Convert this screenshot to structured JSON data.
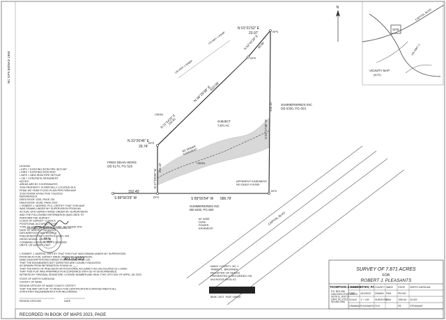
{
  "plat": {
    "parcel_area": "7.871 AC",
    "parcel_label": "SUBJECT",
    "bearings": {
      "north_top": "N 01°21'52\" E",
      "north_top_dist": "23.97'",
      "ne_line": "N 52°43'29\" E",
      "ne_line_dist": "80.98'",
      "main_diag": "N 46°29'38\" E",
      "main_diag_dist": "410.06'",
      "short_diag": "N 31°34'29\" E",
      "short_diag_dist": "150.81'",
      "west_bearing": "N 31°26'46\" E",
      "west_dist": "29.74'",
      "west_line": "N 27°09'26\" W",
      "west_line_dist": "250.18'",
      "east_line": "S 01°17'48\" W",
      "east_line_dist": "631.35'",
      "south_line": "S 89°55'54\" W",
      "south_line_dist": "586.79'",
      "sw_line": "S 89°56'29\" W",
      "sw_line_dist": "152.45'"
    },
    "adjoiners": {
      "east": "SUMMERWINDS INC\nDB 6330, PG 603",
      "west": "FRED DEAN HEIRS\nDB 6170, PG 528",
      "south": "SUMMERWINDS INC\nDB 6330, PG 650",
      "north": "US HWY 1 RAMP"
    },
    "labels": {
      "easement": "APPARENT EASEMENT\nNO DEED FOUND",
      "sewer": "NO SEWER\nEASEMENT",
      "creek": "CREEK",
      "road_row": "US HWY 1 RAMP",
      "highway": "CAPITAL BLVD",
      "iron_marks": [
        "EIPS",
        "EIPS",
        "EIPS",
        "EIPS",
        "EIPS"
      ],
      "sw_note": "60' WIDE\nDUKE\nPOWER\nEASEMENT"
    },
    "notes_left": "LEGEND\n• EIPS = EXISTING IRON PIPE SETCAP\n• EIRS = EXISTING IRON ROD\n• NIPS = NEW IRON PIPE SETCAP\n• CM = CONCRETE MONUMENT\n\nNOTES:\nAREAS ARE BY COORDINATES\nTHIS PROPERTY IS PARTIALLY LOCATED IN A\nFEMA 100 YEAR FLOOD PLAIN PER FIRM MAP\n3720172900K EFFECTIVE 7/19/2022\n\nREFERENCES\nDEED BOOK 1335, PAGE 130\nDEED BOOK 19146, PAGE 2029\n\nI, ROBERT J. MORRIS, PLS, CERTIFY THAT THIS MAP\nWAS DRAWN UNDER MY SUPERVISION FROM AN\nACTUAL GPS SURVEY MADE UNDER MY SUPERVISION\nAND THE FOLLOWING INFORMATION WAS USED TO\nPERFORM THE SURVEY:\nCLASS OF SURVEY: CLASS A\nPOSITIONAL ACCURACY: 0.08'\nTYPE OF GPS FIELD PROCEDURE: NETWORK RTK\nDATE OF SURVEY: 06/18/2023\nDATUM/EPOCH: NAD 83 (2011)\nPUBLISHED/FIXED CONTROL USED: N/A\nGEOID MODEL: GEOID 18\nCOMBINED GRID FACTOR: 0.99990069\nUNITS: US SURVEY FEET",
    "cert_text": "I, ROBERT J. MORRIS, CERTIFY THAT THIS PLAT WAS DRAWN UNDER MY SUPERVISION\nFROM AN ACTUAL SURVEY MADE UNDER MY SUPERVISION;\nDEED DESCRIPTION RECORDED IN BOOK 1335, PAGE 130;\nTHAT THE BOUNDARIES NOT SURVEYED ARE CLEARLY INDICATED\nAS DRAWN FROM INFORMATION FOUND IN ___;\nTHAT THE RATIO OF PRECISION OR POSITIONAL ACCURACY AS CALCULATED IS 1:10000;\nTHAT THIS PLAT WAS PREPARED IN ACCORDANCE WITH GS 47-30 AS AMENDED.\nWITNESS MY ORIGINAL SIGNATURE, LICENSE NUMBER AND SEAL THIS 12TH DAY OF APRIL, AD 2023.",
    "state_county": "STATE OF NORTH CAROLINA\nCOUNTY OF WAKE",
    "review_text": "REVIEW OFFICER OF WAKE COUNTY CERTIFY\nTHAT THE MAP OR PLAT TO WHICH THIS CERTIFICATION IS AFFIXED MEETS ALL\nSTATUTORY REQUIREMENTS FOR RECORDING",
    "review_sign": "REVIEW OFFICER",
    "review_date": "DATE",
    "seal": "SEAL\nL-3679",
    "seal_ring": "NORTH CAROLINA · PROFESSIONAL LAND SURVEYOR",
    "signature_date": "4/12/2023",
    "recording_stamp": "WAKE COUNTY, NC 1\nTAMMY L. BRUNNER\nREGISTER OF DEEDS\nPRESENTED & RECORDED ON\n04/19/2023 09:01:42",
    "barcode_text": "BOOK:2023 PAGE:00049",
    "recorded_in": "RECORDED IN BOOK OF MAPS 2023, PAGE"
  },
  "title_block": {
    "title": "SURVEY OF 7.871 ACRES",
    "for": "FOR",
    "owner": "ROBERT J. PLEASANTS",
    "firm": "THOMPSON & ASSOCIATES, PA",
    "firm_details": "P.O. BOX 458\n1186 EXECUTIVE CIRCLE\nSUITE B, UNIT D\nCARY, NC 27511\n919-680-7666",
    "rows": [
      [
        "TOWNSHIP",
        "",
        "COUNTY",
        "WAKE",
        "STATE",
        "NORTH CAROLINA"
      ],
      [
        "DATE",
        "4/12/2023",
        "DRAWN",
        "RJM",
        "PIN NO.",
        ""
      ],
      [
        "SCALE",
        "1\" = 100'",
        "SURVEYED",
        "RJM",
        "JOB NO.",
        "23-029"
      ],
      [
        "DRAWING",
        "PLEASANTS",
        "FILE",
        "",
        "FB",
        "STROKMAP"
      ]
    ]
  },
  "vicinity": {
    "title": "VICINITY MAP",
    "scale": "(NTS)",
    "site": "SITE",
    "road1": "US HWY 1",
    "road2": "CAPITAL BLVD"
  },
  "margin_text": "NC GPS 80/NAD 1983",
  "north_arrow": "N"
}
